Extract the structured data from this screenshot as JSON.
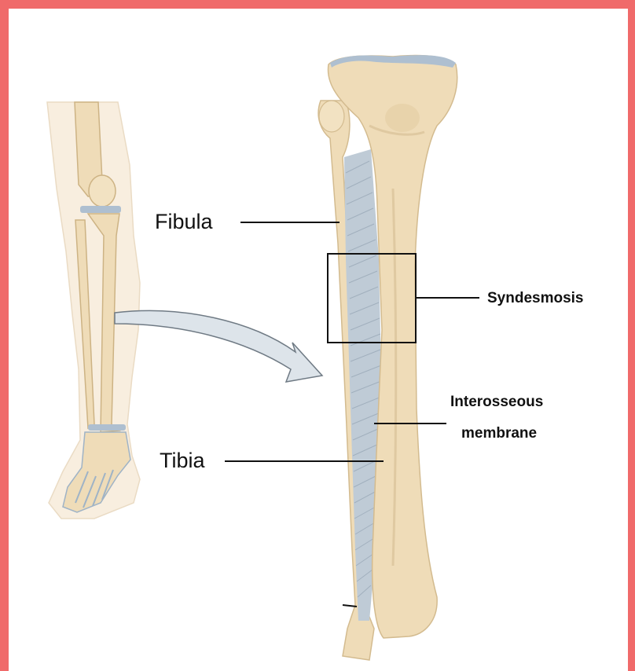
{
  "labels": {
    "fibula": "Fibula",
    "tibia": "Tibia",
    "syndesmosis": "Syndesmosis",
    "interosseous_line1": "Interosseous",
    "interosseous_line2": "membrane"
  },
  "colors": {
    "frame": "#f06a6a",
    "bone": "#efdcb8",
    "bone_shadow": "#d9c197",
    "skin": "#f8eedf",
    "membrane": "#bfcbd6",
    "cartilage": "#aebfd0",
    "leader": "#111111",
    "arrow_fill": "#dde4ea",
    "arrow_stroke": "#6f7a84"
  }
}
